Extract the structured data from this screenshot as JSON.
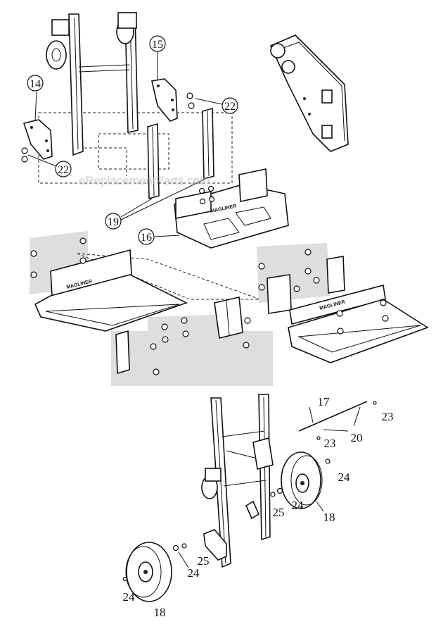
{
  "watermark": "eReplacementParts.com",
  "brand_label": "MAGLINER",
  "callouts": {
    "c14": "14",
    "c15": "15",
    "c16": "16",
    "c19": "19",
    "c22a": "22",
    "c22b": "22",
    "c17": "17",
    "c20": "20",
    "c23a": "23",
    "c23b": "23",
    "c24a": "24",
    "c24b": "24",
    "c24c": "24",
    "c24d": "24",
    "c25a": "25",
    "c25b": "25",
    "c18a": "18",
    "c18b": "18"
  }
}
